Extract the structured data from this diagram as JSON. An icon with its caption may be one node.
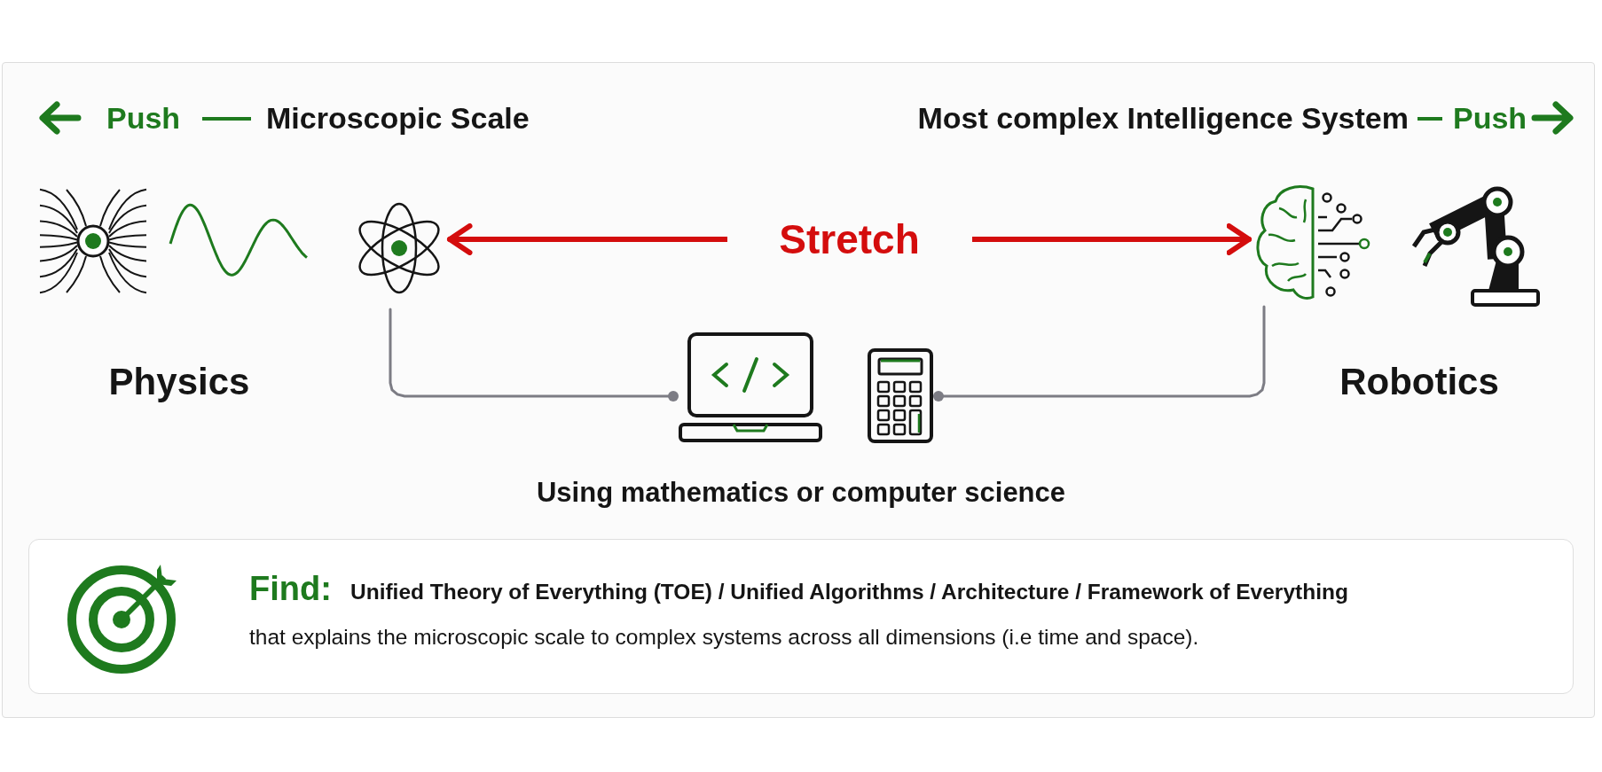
{
  "diagram": {
    "nodes": [
      {
        "text": [],
        "shape": "picture"
      },
      {
        "text": [],
        "shape": "picture"
      },
      {
        "text": [],
        "shape": "picture"
      },
      {
        "text": [],
        "shape": "picture"
      },
      {
        "text": [
          "Find:",
          "Unified Theory of Everything (TOE) / Unified Algorithms / Architecture / Framework of Everything",
          "that explains the microscopic scale to complex systems across all dimensions (i.e time and space)."
        ]
      }
    ],
    "edges": [
      {
        "from": 0,
        "to": 1,
        "arrow": "both",
        "label": "Stretch",
        "style": "thick",
        "color": "#d40d0d"
      },
      {
        "from": 0,
        "to": 2,
        "arrow": "other"
      },
      {
        "from": 1,
        "to": 3,
        "arrow": "other"
      }
    ],
    "labels": [
      "Push",
      "Microscopic Scale",
      "Most complex Intelligence System",
      "Push",
      "Physics",
      "Robotics",
      "Using mathematics or computer science"
    ]
  }
}
